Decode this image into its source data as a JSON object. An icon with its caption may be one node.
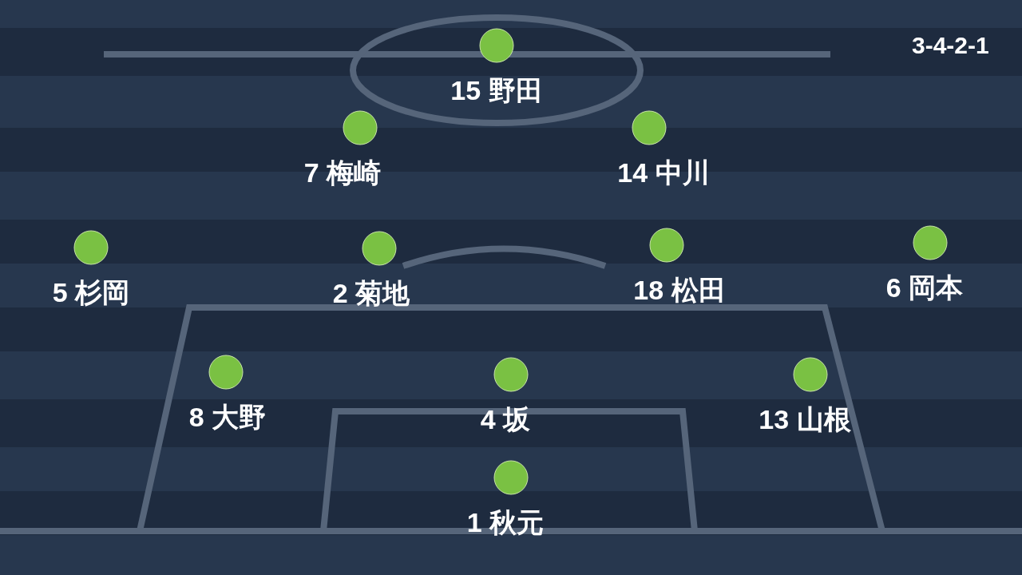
{
  "diagram": {
    "nodes": [
      {
        "text": [
          "15 野田"
        ]
      },
      {
        "text": [
          "7 梅崎"
        ]
      },
      {
        "text": [
          "14 中川"
        ]
      },
      {
        "text": [
          "5 杉岡"
        ]
      },
      {
        "text": [
          "2 菊地"
        ]
      },
      {
        "text": [
          "18 松田"
        ]
      },
      {
        "text": [
          "6 岡本"
        ]
      },
      {
        "text": [
          "8 大野"
        ]
      },
      {
        "text": [
          "4 坂"
        ]
      },
      {
        "text": [
          "13 山根"
        ]
      },
      {
        "text": [
          "1 秋元"
        ]
      }
    ],
    "labels": [
      "3-4-2-1"
    ]
  }
}
